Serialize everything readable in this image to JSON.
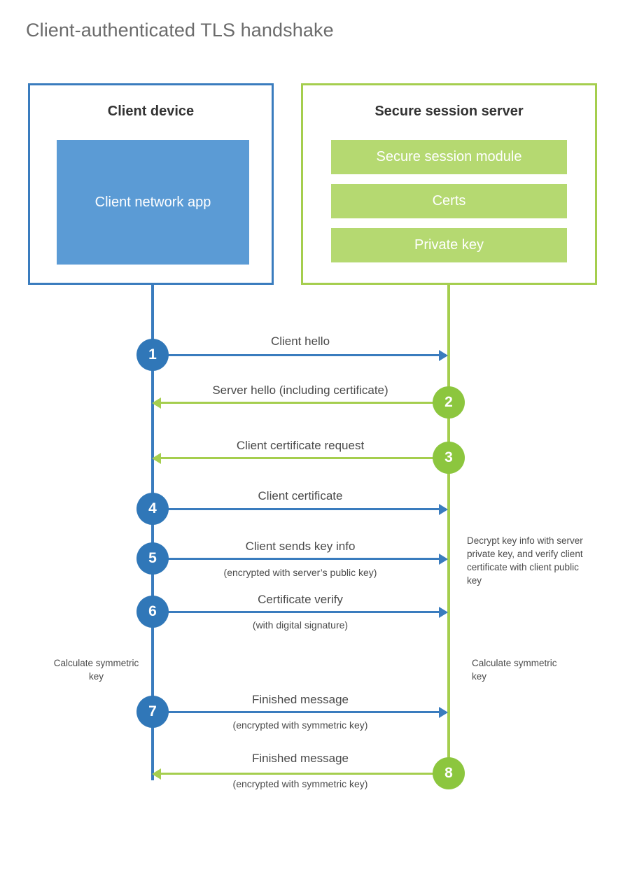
{
  "title": "Client-authenticated TLS handshake",
  "colors": {
    "client_border": "#3A7CBE",
    "client_fill": "#5B9BD5",
    "client_circle": "#3077B8",
    "server_border": "#A5CE4E",
    "server_fill": "#B5D971",
    "server_circle": "#8CC63E",
    "text": "#4a4a4a",
    "title_text": "#6b6b6b",
    "background": "#ffffff"
  },
  "actors": {
    "client": {
      "title": "Client device",
      "app_label": "Client network app"
    },
    "server": {
      "title": "Secure session server",
      "components": [
        "Secure session module",
        "Certs",
        "Private key"
      ]
    }
  },
  "steps": [
    {
      "number": "1",
      "label": "Client hello",
      "sublabel": "",
      "direction": "client-to-server",
      "color": "blue"
    },
    {
      "number": "2",
      "label": "Server hello (including certificate)",
      "sublabel": "",
      "direction": "server-to-client",
      "color": "green"
    },
    {
      "number": "3",
      "label": "Client certificate request",
      "sublabel": "",
      "direction": "server-to-client",
      "color": "green"
    },
    {
      "number": "4",
      "label": "Client certificate",
      "sublabel": "",
      "direction": "client-to-server",
      "color": "blue"
    },
    {
      "number": "5",
      "label": "Client sends key info",
      "sublabel": "(encrypted with server’s public key)",
      "direction": "client-to-server",
      "color": "blue"
    },
    {
      "number": "6",
      "label": "Certificate verify",
      "sublabel": "(with digital signature)",
      "direction": "client-to-server",
      "color": "blue"
    },
    {
      "number": "7",
      "label": "Finished message",
      "sublabel": "(encrypted with symmetric key)",
      "direction": "client-to-server",
      "color": "blue"
    },
    {
      "number": "8",
      "label": "Finished message",
      "sublabel": "(encrypted with symmetric key)",
      "direction": "server-to-client",
      "color": "green"
    }
  ],
  "notes": {
    "server_decrypt": "Decrypt key info with server private key, and verify client certificate with client public key",
    "client_calculate": "Calculate symmetric key",
    "server_calculate": "Calculate symmetric key"
  }
}
